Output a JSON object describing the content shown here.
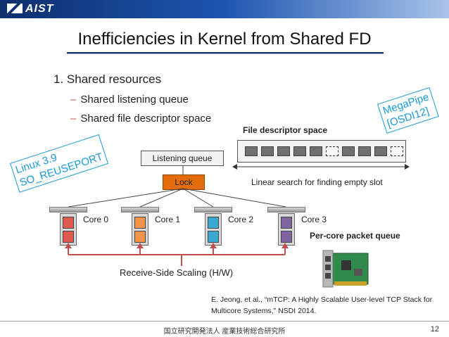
{
  "header": {
    "logo_text": "AIST"
  },
  "slide": {
    "title": "Inefficiencies in Kernel from Shared FD",
    "point": "1. Shared resources",
    "bullets": [
      "Shared listening queue",
      "Shared file descriptor space"
    ],
    "fd_space_label": "File descriptor space",
    "fd_slots": [
      "filled",
      "filled",
      "filled",
      "filled",
      "filled",
      "empty",
      "filled",
      "filled",
      "filled",
      "empty"
    ],
    "listening_queue": "Listening queue",
    "lock": "Lock",
    "linear_search": "Linear search for finding empty slot",
    "cores": [
      "Core 0",
      "Core 1",
      "Core 2",
      "Core 3"
    ],
    "per_core_label": "Per-core packet queue",
    "rss_label": "Receive-Side Scaling (H/W)",
    "megapipe": [
      "MegaPipe",
      "[OSDI12]"
    ],
    "linux": [
      "Linux 3.9",
      "SO_REUSEPORT"
    ],
    "citation": [
      "E. Jeong, et al., “mTCP: A Highly Scalable User-level TCP Stack for",
      "Multicore Systems,” NSDI 2014."
    ]
  },
  "colors": {
    "lock": "#e46c0a",
    "arrow": "#c0504d",
    "queue_colors": [
      "#e05a4f",
      "#f4944a",
      "#3aa8cf",
      "#8064a2"
    ]
  },
  "footer": {
    "org": "国立研究開発法人 産業技術総合研究所",
    "page": "12"
  }
}
